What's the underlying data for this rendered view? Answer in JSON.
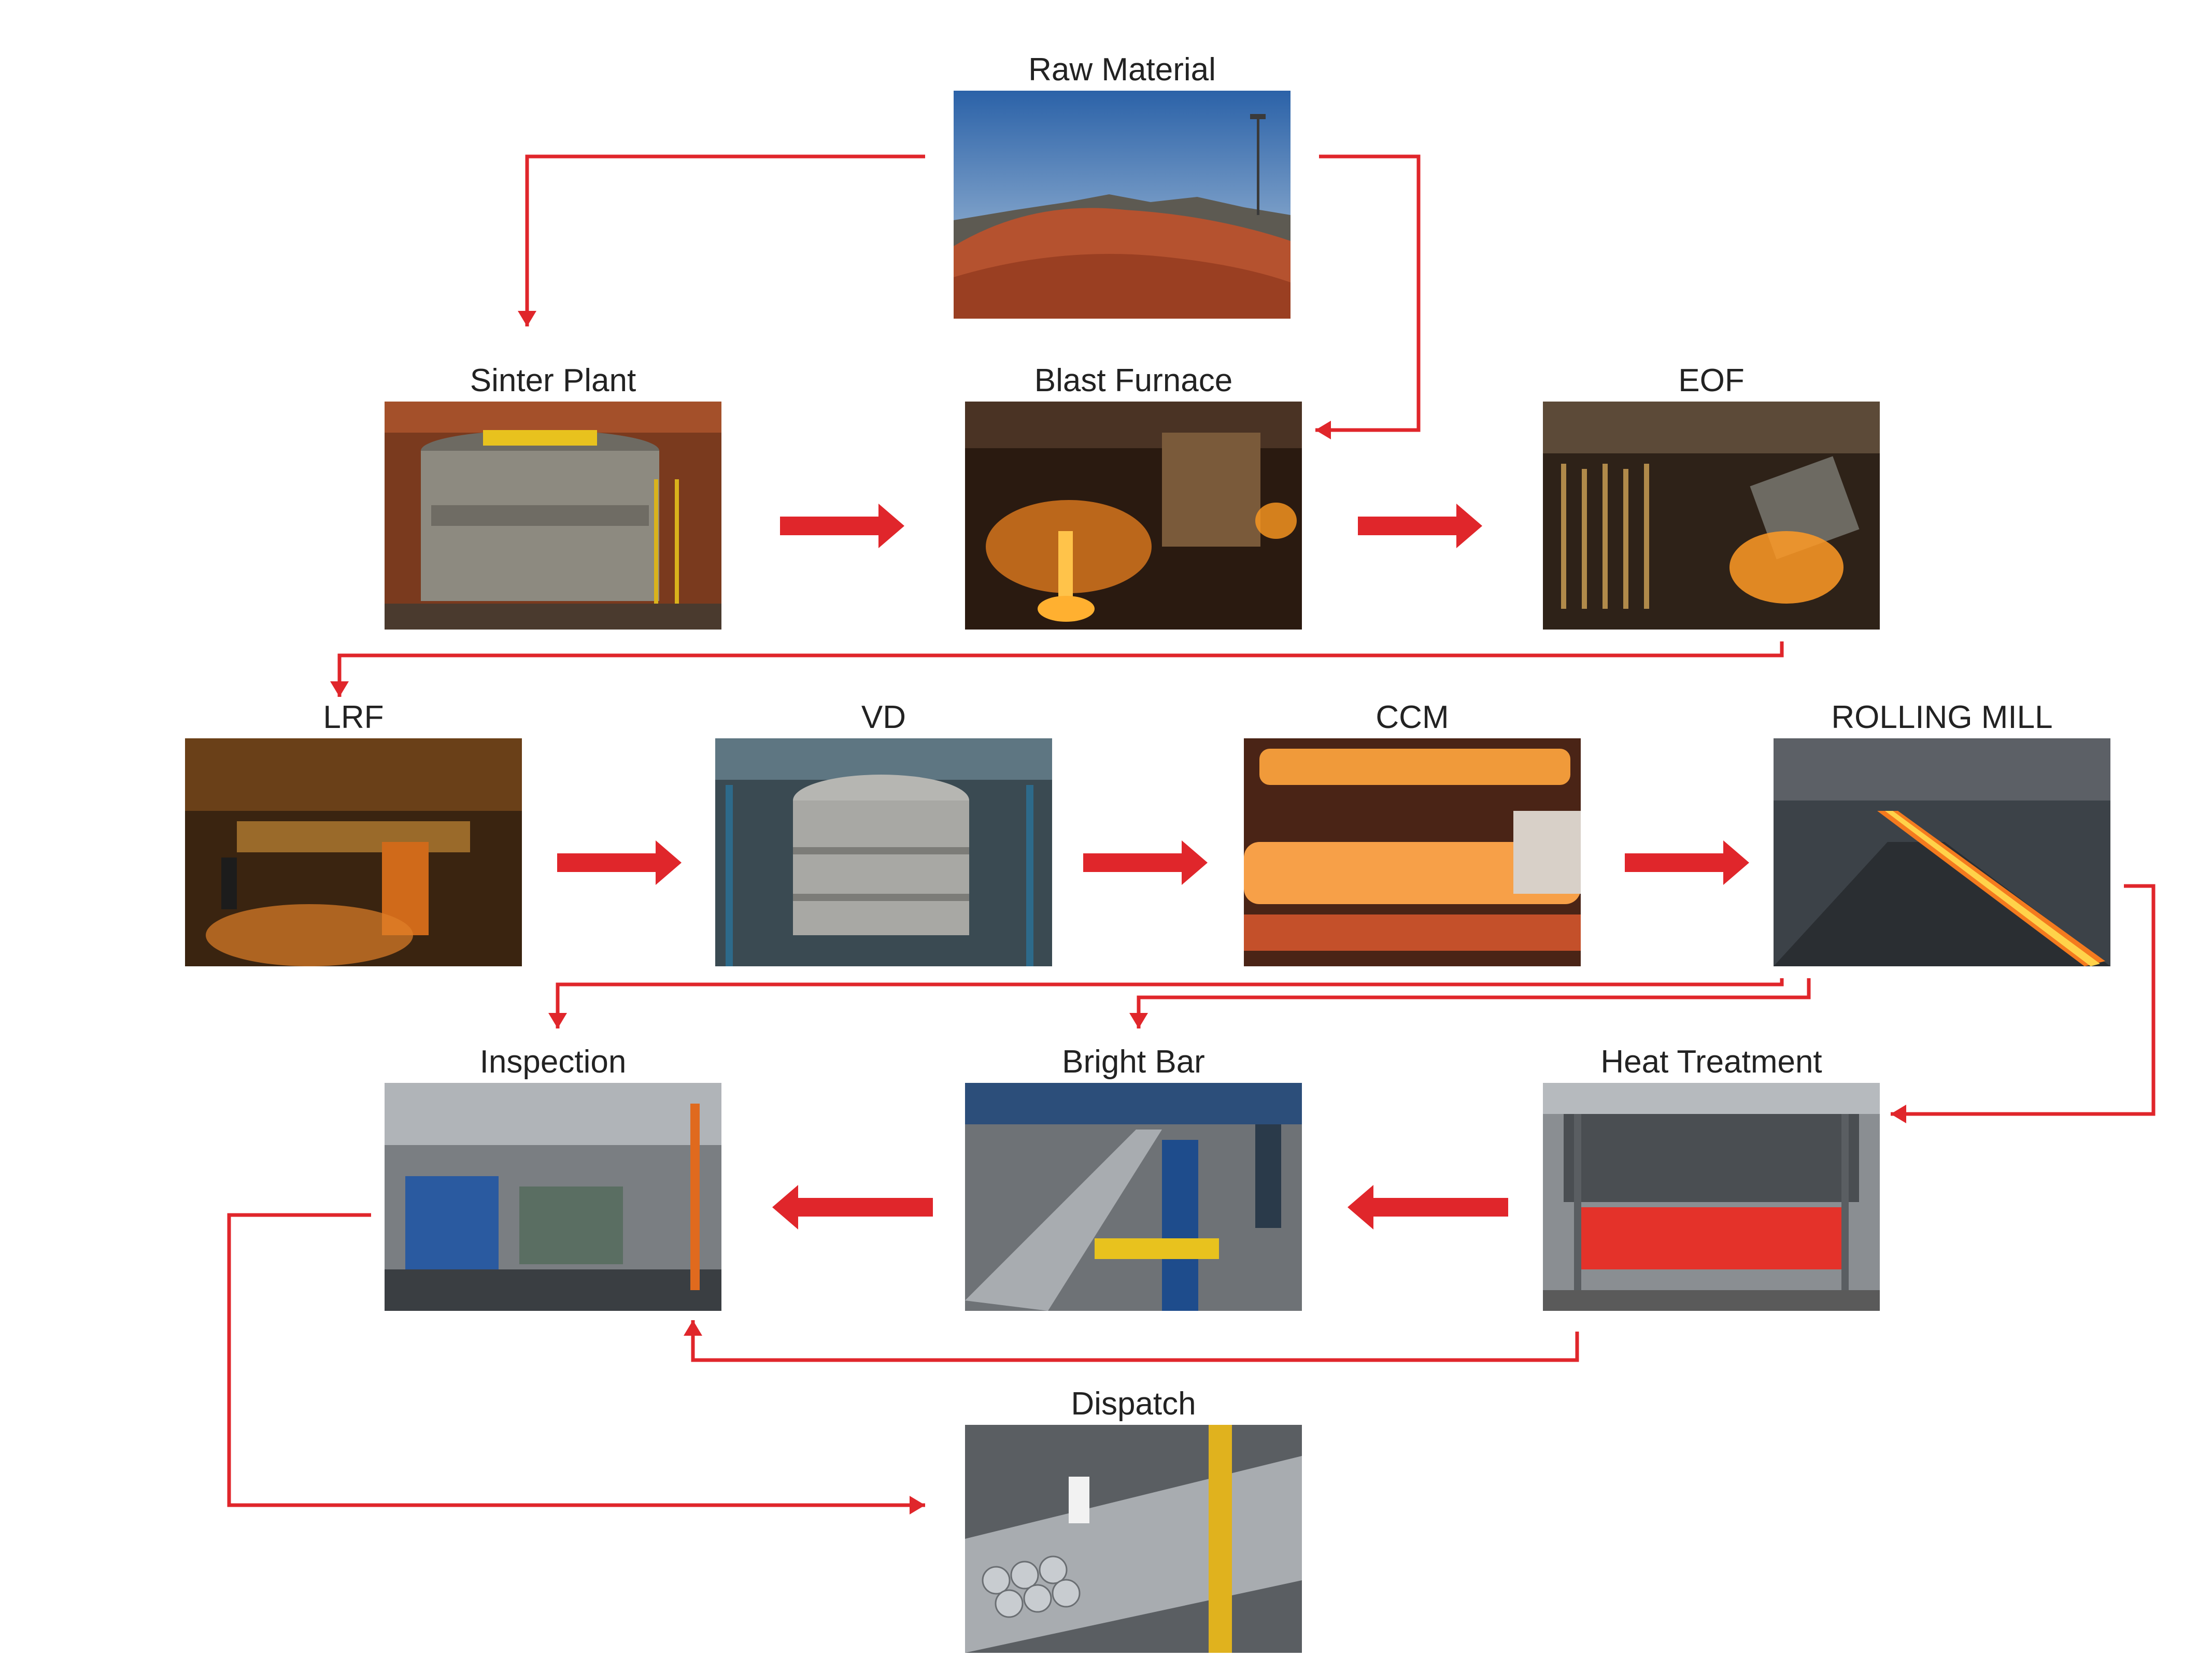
{
  "diagram": {
    "arrow_color": "#e0262b",
    "stages": [
      {
        "id": "raw-material",
        "title": "Raw Material",
        "photo": "iron-ore-stockpile"
      },
      {
        "id": "sinter-plant",
        "title": "Sinter Plant",
        "photo": "annular-sinter-machine"
      },
      {
        "id": "blast-furnace",
        "title": "Blast Furnace",
        "photo": "molten-iron-tapping"
      },
      {
        "id": "eof",
        "title": "EOF",
        "photo": "ladle-pouring-steel"
      },
      {
        "id": "lrf",
        "title": "LRF",
        "photo": "ladle-refining-furnace"
      },
      {
        "id": "vd",
        "title": "VD",
        "photo": "vacuum-degasser-vessel"
      },
      {
        "id": "ccm",
        "title": "CCM",
        "photo": "hot-cast-billets"
      },
      {
        "id": "rolling-mill",
        "title": "ROLLING MILL",
        "photo": "hot-bar-on-roller-table"
      },
      {
        "id": "inspection",
        "title": "Inspection",
        "photo": "ultrasonic-testing-line"
      },
      {
        "id": "bright-bar",
        "title": "Bright Bar",
        "photo": "bright-bar-line"
      },
      {
        "id": "heat-treatment",
        "title": "Heat Treatment",
        "photo": "heat-treatment-furnace"
      },
      {
        "id": "dispatch",
        "title": "Dispatch",
        "photo": "steel-bar-bundles"
      }
    ],
    "flows": [
      {
        "from": "raw-material",
        "to": "sinter-plant"
      },
      {
        "from": "raw-material",
        "to": "blast-furnace"
      },
      {
        "from": "sinter-plant",
        "to": "blast-furnace"
      },
      {
        "from": "blast-furnace",
        "to": "eof"
      },
      {
        "from": "eof",
        "to": "lrf"
      },
      {
        "from": "lrf",
        "to": "vd"
      },
      {
        "from": "vd",
        "to": "ccm"
      },
      {
        "from": "ccm",
        "to": "rolling-mill"
      },
      {
        "from": "rolling-mill",
        "to": "heat-treatment"
      },
      {
        "from": "rolling-mill",
        "to": "inspection"
      },
      {
        "from": "rolling-mill",
        "to": "bright-bar"
      },
      {
        "from": "heat-treatment",
        "to": "bright-bar"
      },
      {
        "from": "heat-treatment",
        "to": "inspection"
      },
      {
        "from": "bright-bar",
        "to": "inspection"
      },
      {
        "from": "inspection",
        "to": "dispatch"
      }
    ]
  }
}
